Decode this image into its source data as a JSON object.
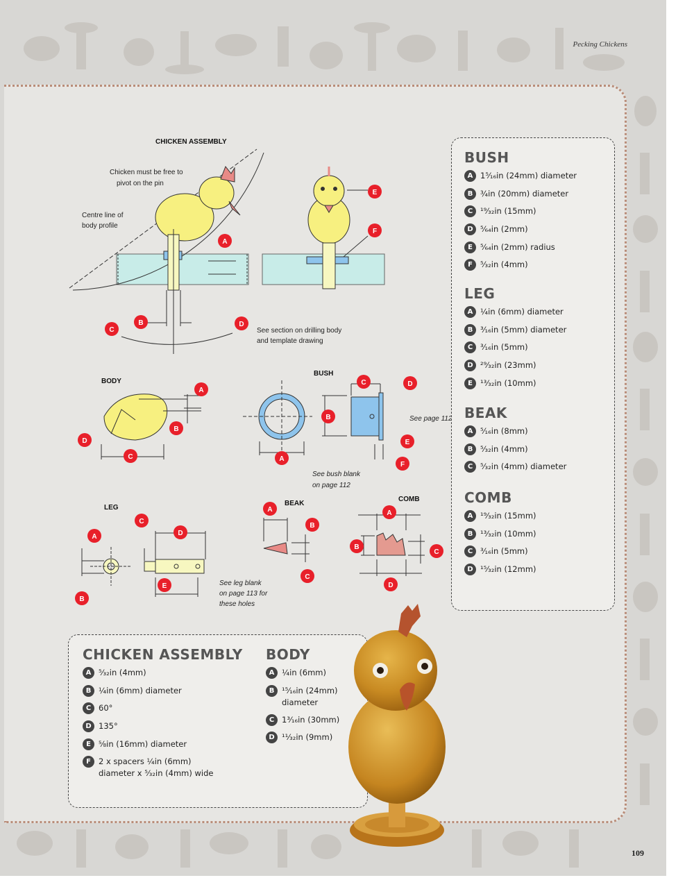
{
  "running_head": "Pecking Chickens",
  "page_number": "109",
  "colors": {
    "marker_red": "#e8202a",
    "badge_gray": "#444444",
    "body_yellow": "#f7f080",
    "bush_blue": "#8ec4ec",
    "comb_pink": "#e49a90"
  },
  "diagram": {
    "chicken_assembly": {
      "title": "CHICKEN ASSEMBLY",
      "note_pivot_1": "Chicken must be free to",
      "note_pivot_2": "pivot on the pin",
      "note_centre_1": "Centre line of",
      "note_centre_2": "body profile",
      "note_drill_1": "See section on drilling body",
      "note_drill_2": "and template drawing"
    },
    "body": {
      "title": "BODY"
    },
    "bush": {
      "title": "BUSH",
      "note_page": "See page 112",
      "note_blank_1": "See bush blank",
      "note_blank_2": "on page 112"
    },
    "leg": {
      "title": "LEG",
      "note_1": "See leg blank",
      "note_2": "on page 113 for",
      "note_3": "these holes"
    },
    "beak": {
      "title": "BEAK"
    },
    "comb": {
      "title": "COMB"
    },
    "markers": {
      "a": "A",
      "b": "B",
      "c": "C",
      "d": "D",
      "e": "E",
      "f": "F"
    }
  },
  "specs_right": [
    {
      "title": "BUSH",
      "items": [
        {
          "key": "A",
          "text": "1⁵⁄₁₆in (24mm) diameter"
        },
        {
          "key": "B",
          "text": "¾in (20mm) diameter"
        },
        {
          "key": "C",
          "text": "¹⁹⁄₃₂in (15mm)"
        },
        {
          "key": "D",
          "text": "⁵⁄₆₄in (2mm)"
        },
        {
          "key": "E",
          "text": "⁵⁄₆₄in (2mm) radius"
        },
        {
          "key": "F",
          "text": "⁵⁄₃₂in (4mm)"
        }
      ]
    },
    {
      "title": "LEG",
      "items": [
        {
          "key": "A",
          "text": "¼in (6mm) diameter"
        },
        {
          "key": "B",
          "text": "³⁄₁₆in (5mm) diameter"
        },
        {
          "key": "C",
          "text": "³⁄₁₆in (5mm)"
        },
        {
          "key": "D",
          "text": "²⁹⁄₃₂in (23mm)"
        },
        {
          "key": "E",
          "text": "¹³⁄₃₂in (10mm)"
        }
      ]
    },
    {
      "title": "BEAK",
      "items": [
        {
          "key": "A",
          "text": "⁵⁄₁₆in (8mm)"
        },
        {
          "key": "B",
          "text": "⁵⁄₃₂in (4mm)"
        },
        {
          "key": "C",
          "text": "⁵⁄₃₂in (4mm) diameter"
        }
      ]
    },
    {
      "title": "COMB",
      "items": [
        {
          "key": "A",
          "text": "¹⁹⁄₃₂in (15mm)"
        },
        {
          "key": "B",
          "text": "¹³⁄₃₂in (10mm)"
        },
        {
          "key": "C",
          "text": "³⁄₁₆in (5mm)"
        },
        {
          "key": "D",
          "text": "¹⁵⁄₃₂in (12mm)"
        }
      ]
    }
  ],
  "specs_bottom": [
    {
      "title": "CHICKEN ASSEMBLY",
      "items": [
        {
          "key": "A",
          "text": "⁵⁄₃₂in (4mm)"
        },
        {
          "key": "B",
          "text": "¼in (6mm) diameter"
        },
        {
          "key": "C",
          "text": "60°"
        },
        {
          "key": "D",
          "text": "135°"
        },
        {
          "key": "E",
          "text": "⅝in (16mm) diameter"
        },
        {
          "key": "F",
          "text": "2 x spacers ¼in (6mm)",
          "text2": "diameter x ⁵⁄₃₂in (4mm) wide"
        }
      ]
    },
    {
      "title": "BODY",
      "items": [
        {
          "key": "A",
          "text": "¼in (6mm)"
        },
        {
          "key": "B",
          "text": "¹⁵⁄₁₆in (24mm)",
          "text2": "diameter"
        },
        {
          "key": "C",
          "text": "1³⁄₁₆in (30mm)"
        },
        {
          "key": "D",
          "text": "¹¹⁄₃₂in (9mm)"
        }
      ]
    }
  ]
}
